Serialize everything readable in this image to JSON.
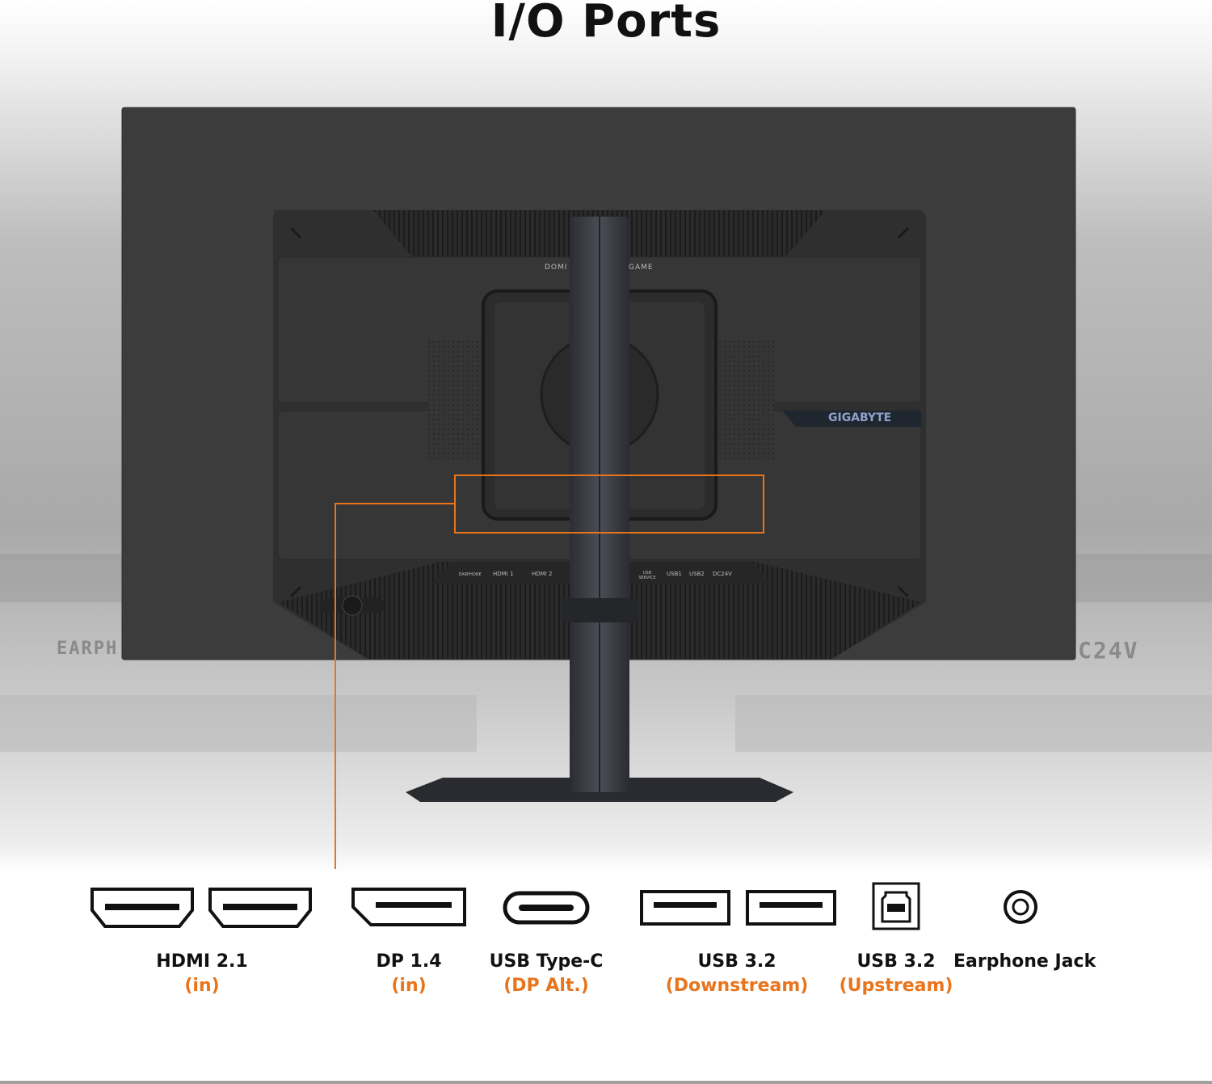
{
  "title": "I/O Ports",
  "monitor": {
    "brand_logo": "GIGABYTE",
    "panel_text_left": "DOMI",
    "panel_text_right": "GAME",
    "port_labels": [
      "EARPHONE",
      "HDMI 1",
      "HDMI 2",
      "USB SERVICE",
      "USB1",
      "USB2",
      "DC24V"
    ],
    "background_text_left": "EARPH",
    "background_text_right": "C24V"
  },
  "ports": [
    {
      "name": "HDMI 2.1",
      "detail": "(in)",
      "icon": "hdmi-icon"
    },
    {
      "name": "DP 1.4",
      "detail": "(in)",
      "icon": "displayport-icon"
    },
    {
      "name": "USB Type-C",
      "detail": "(DP Alt.)",
      "icon": "usb-c-icon"
    },
    {
      "name": "USB 3.2",
      "detail": "(Downstream)",
      "icon": "usb-a-icon"
    },
    {
      "name": "USB 3.2",
      "detail": "(Upstream)",
      "icon": "usb-b-icon"
    },
    {
      "name": "Earphone Jack",
      "detail": "",
      "icon": "audio-jack-icon"
    }
  ],
  "colors": {
    "accent": "#e8741c",
    "monitor_back": "#3b3b3b",
    "text": "#111111"
  }
}
